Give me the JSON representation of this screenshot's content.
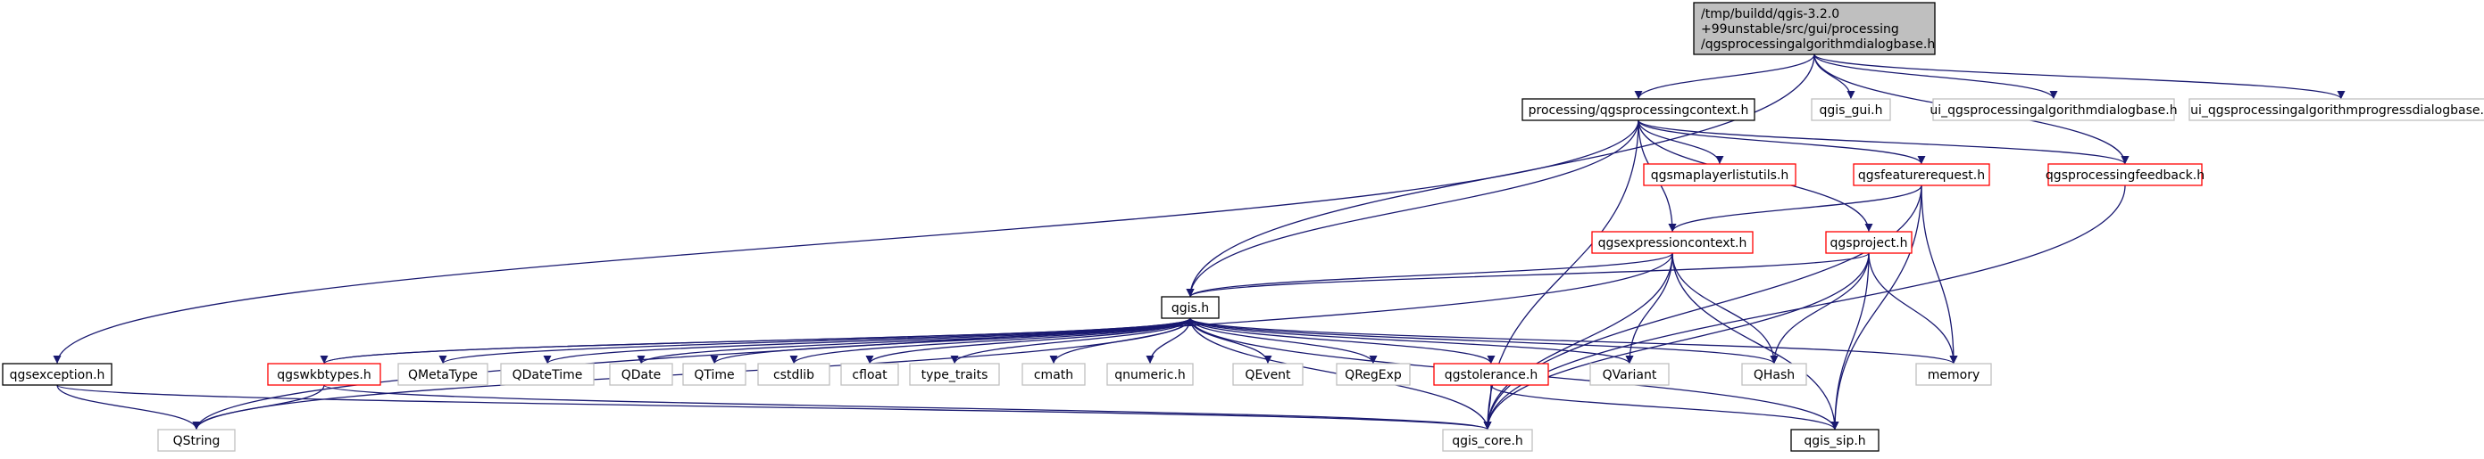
{
  "diagram": {
    "type": "include-dependency-graph",
    "colors": {
      "edge": "#191970",
      "border_normal": "#000000",
      "border_truncated": "#ff0000",
      "border_leaf": "#bfbfbf",
      "root_fill": "#bfbfbf",
      "fill": "#ffffff"
    },
    "nodes": [
      {
        "id": "root",
        "style": "root",
        "lines": [
          "/tmp/buildd/qgis-3.2.0",
          "+99unstable/src/gui/processing",
          "/qgsprocessingalgorithmdialogbase.h"
        ]
      },
      {
        "id": "ctx",
        "style": "normal",
        "lines": [
          "processing/qgsprocessingcontext.h"
        ]
      },
      {
        "id": "qgisgui",
        "style": "leaf",
        "lines": [
          "qgis_gui.h"
        ]
      },
      {
        "id": "ui_dialog",
        "style": "leaf",
        "lines": [
          "ui_qgsprocessingalgorithmdialogbase.h"
        ]
      },
      {
        "id": "ui_progress",
        "style": "leaf",
        "lines": [
          "ui_qgsprocessingalgorithmprogressdialogbase.h"
        ]
      },
      {
        "id": "maplayer",
        "style": "truncated",
        "lines": [
          "qgsmaplayerlistutils.h"
        ]
      },
      {
        "id": "featreq",
        "style": "truncated",
        "lines": [
          "qgsfeaturerequest.h"
        ]
      },
      {
        "id": "feedback",
        "style": "truncated",
        "lines": [
          "qgsprocessingfeedback.h"
        ]
      },
      {
        "id": "exprctx",
        "style": "truncated",
        "lines": [
          "qgsexpressioncontext.h"
        ]
      },
      {
        "id": "project",
        "style": "truncated",
        "lines": [
          "qgsproject.h"
        ]
      },
      {
        "id": "qgis",
        "style": "normal",
        "lines": [
          "qgis.h"
        ]
      },
      {
        "id": "exception",
        "style": "normal",
        "lines": [
          "qgsexception.h"
        ]
      },
      {
        "id": "wkbtypes",
        "style": "truncated",
        "lines": [
          "qgswkbtypes.h"
        ]
      },
      {
        "id": "qmetatype",
        "style": "leaf",
        "lines": [
          "QMetaType"
        ]
      },
      {
        "id": "qdatetime",
        "style": "leaf",
        "lines": [
          "QDateTime"
        ]
      },
      {
        "id": "qdate",
        "style": "leaf",
        "lines": [
          "QDate"
        ]
      },
      {
        "id": "qtime",
        "style": "leaf",
        "lines": [
          "QTime"
        ]
      },
      {
        "id": "cstdlib",
        "style": "leaf",
        "lines": [
          "cstdlib"
        ]
      },
      {
        "id": "cfloat",
        "style": "leaf",
        "lines": [
          "cfloat"
        ]
      },
      {
        "id": "typetraits",
        "style": "leaf",
        "lines": [
          "type_traits"
        ]
      },
      {
        "id": "cmath",
        "style": "leaf",
        "lines": [
          "cmath"
        ]
      },
      {
        "id": "qnumeric",
        "style": "leaf",
        "lines": [
          "qnumeric.h"
        ]
      },
      {
        "id": "qevent",
        "style": "leaf",
        "lines": [
          "QEvent"
        ]
      },
      {
        "id": "qregexp",
        "style": "leaf",
        "lines": [
          "QRegExp"
        ]
      },
      {
        "id": "tolerance",
        "style": "truncated",
        "lines": [
          "qgstolerance.h"
        ]
      },
      {
        "id": "qvariant",
        "style": "leaf",
        "lines": [
          "QVariant"
        ]
      },
      {
        "id": "qhash",
        "style": "leaf",
        "lines": [
          "QHash"
        ]
      },
      {
        "id": "memory",
        "style": "leaf",
        "lines": [
          "memory"
        ]
      },
      {
        "id": "qstring",
        "style": "leaf",
        "lines": [
          "QString"
        ]
      },
      {
        "id": "qgiscore",
        "style": "leaf",
        "lines": [
          "qgis_core.h"
        ]
      },
      {
        "id": "qgissip",
        "style": "normal",
        "lines": [
          "qgis_sip.h"
        ]
      }
    ],
    "edges": [
      [
        "root",
        "ctx"
      ],
      [
        "root",
        "qgisgui"
      ],
      [
        "root",
        "ui_dialog"
      ],
      [
        "root",
        "ui_progress"
      ],
      [
        "root",
        "qgis"
      ],
      [
        "root",
        "feedback"
      ],
      [
        "ctx",
        "maplayer"
      ],
      [
        "ctx",
        "featreq"
      ],
      [
        "ctx",
        "feedback"
      ],
      [
        "ctx",
        "exprctx"
      ],
      [
        "ctx",
        "project"
      ],
      [
        "ctx",
        "qgis"
      ],
      [
        "ctx",
        "exception"
      ],
      [
        "ctx",
        "qgiscore"
      ],
      [
        "featreq",
        "exprctx"
      ],
      [
        "featreq",
        "memory"
      ],
      [
        "featreq",
        "qgiscore"
      ],
      [
        "featreq",
        "qgissip"
      ],
      [
        "feedback",
        "qgiscore"
      ],
      [
        "exprctx",
        "qgis"
      ],
      [
        "exprctx",
        "qstring"
      ],
      [
        "exprctx",
        "qvariant"
      ],
      [
        "exprctx",
        "qhash"
      ],
      [
        "exprctx",
        "qgiscore"
      ],
      [
        "exprctx",
        "qgissip"
      ],
      [
        "project",
        "qgis"
      ],
      [
        "project",
        "qhash"
      ],
      [
        "project",
        "memory"
      ],
      [
        "project",
        "qgiscore"
      ],
      [
        "project",
        "qgissip"
      ],
      [
        "qgis",
        "wkbtypes"
      ],
      [
        "qgis",
        "qmetatype"
      ],
      [
        "qgis",
        "qdatetime"
      ],
      [
        "qgis",
        "qdate"
      ],
      [
        "qgis",
        "qtime"
      ],
      [
        "qgis",
        "cstdlib"
      ],
      [
        "qgis",
        "cfloat"
      ],
      [
        "qgis",
        "typetraits"
      ],
      [
        "qgis",
        "cmath"
      ],
      [
        "qgis",
        "qnumeric"
      ],
      [
        "qgis",
        "qevent"
      ],
      [
        "qgis",
        "qregexp"
      ],
      [
        "qgis",
        "tolerance"
      ],
      [
        "qgis",
        "qvariant"
      ],
      [
        "qgis",
        "qhash"
      ],
      [
        "qgis",
        "memory"
      ],
      [
        "qgis",
        "qstring"
      ],
      [
        "qgis",
        "qgiscore"
      ],
      [
        "qgis",
        "qgissip"
      ],
      [
        "wkbtypes",
        "qgis"
      ],
      [
        "wkbtypes",
        "qstring"
      ],
      [
        "wkbtypes",
        "qgiscore"
      ],
      [
        "exception",
        "qstring"
      ],
      [
        "exception",
        "qgiscore"
      ],
      [
        "tolerance",
        "qgiscore"
      ],
      [
        "tolerance",
        "qgissip"
      ]
    ]
  }
}
